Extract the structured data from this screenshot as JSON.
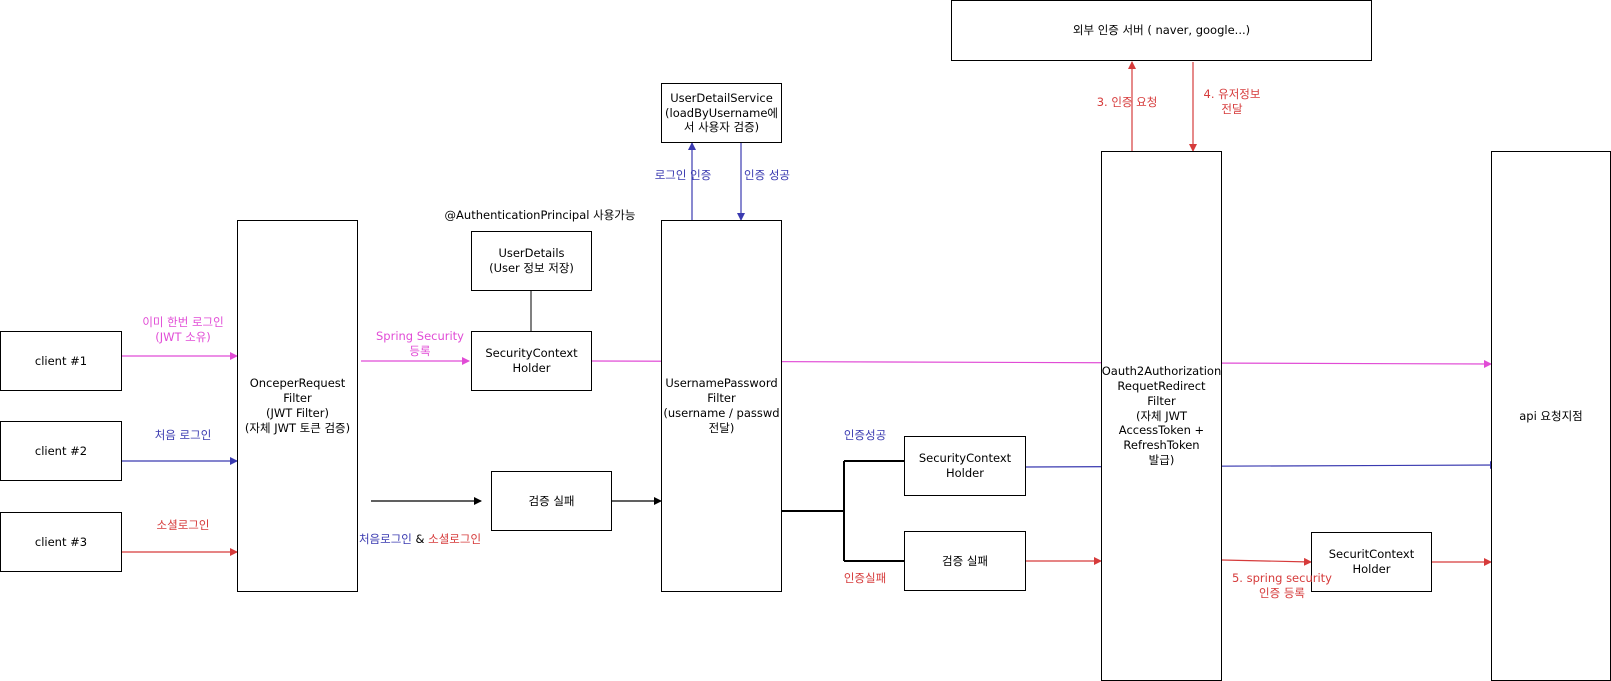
{
  "nodes": {
    "client1": "client #1",
    "client2": "client #2",
    "client3": "client #3",
    "jwt_filter": "OnceperRequest\nFilter\n(JWT Filter)\n(자체 JWT 토큰 검증)",
    "user_details": "UserDetails\n(User 정보 저장)",
    "sc_holder_1": "SecurityContext\nHolder",
    "fail_1": "검증 실패",
    "user_detail_service": "UserDetailService\n(loadByUsername에\n서 사용자 검증)",
    "up_filter": "UsernamePassword\nFilter\n(username / passwd\n전달)",
    "sc_holder_2": "SecurityContext\nHolder",
    "fail_2": "검증 실패",
    "external_auth": "외부 인증 서버 ( naver, google...)",
    "oauth_filter": "Oauth2Authorization\nRequetRedirect\nFilter\n(자체 JWT\nAccessToken +\nRefreshToken\n발급)",
    "sc_holder_3": "SecuritContext\nHolder",
    "api": "api 요청지점"
  },
  "labels": {
    "already_logged_in": "이미 한번 로그인\n(JWT 소유)",
    "first_login": "처음 로그인",
    "social_login": "소셜로그인",
    "spring_security_register": "Spring Security\n등록",
    "auth_principal": "@AuthenticationPrincipal 사용가능",
    "login_auth": "로그인 인증",
    "auth_success": "인증 성공",
    "first_login_part": "처음로그인",
    "amp": " & ",
    "social_login_part": "소셜로그인",
    "auth_success_2": "인증성공",
    "auth_fail": "인증실패",
    "step3": "3. 인증 요청",
    "step4": "4. 유저정보\n전달",
    "step5": "5. spring security\n인증 등록"
  },
  "colors": {
    "pink": "#e14cd6",
    "blue": "#3a3ab0",
    "red": "#d63b3b",
    "black": "#000000"
  }
}
